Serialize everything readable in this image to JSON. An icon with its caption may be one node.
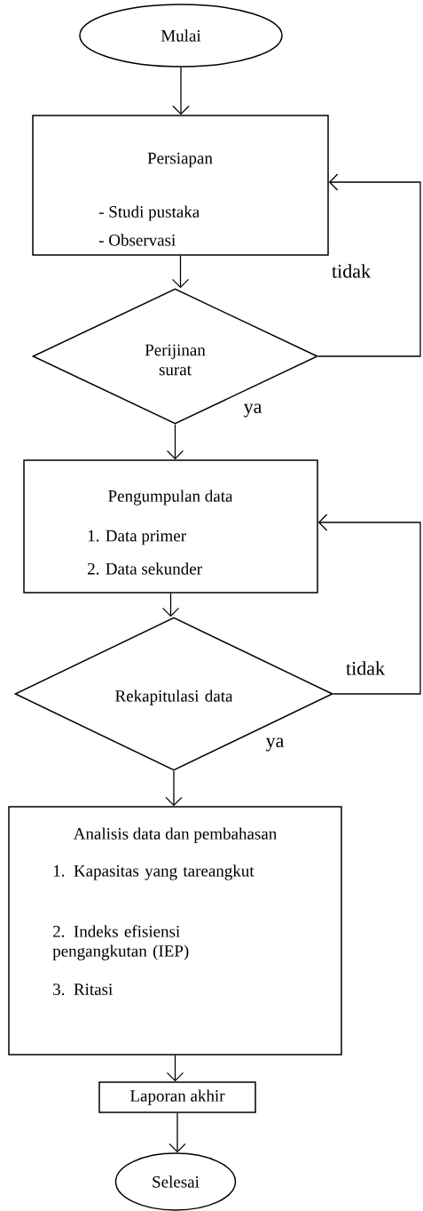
{
  "diagram": {
    "nodes": [
      {
        "text": [
          "Mulai"
        ]
      },
      {
        "text": [
          "Persiapan",
          "- Studi pustaka",
          "- Observasi"
        ]
      },
      {
        "text": [
          "Perijinan surat"
        ]
      },
      {
        "text": [
          "Pengumpulan data",
          "1. Data primer",
          "2. Data sekunder"
        ]
      },
      {
        "text": [
          "Rekapitulasi data"
        ]
      },
      {
        "text": [
          "Analisis data dan pembahasan",
          "1. Kapasitas yang tareangkut",
          "2. Indeks efisiensi pengangkutan (IEP)",
          "3. Ritasi"
        ]
      },
      {
        "text": [
          "Laporan akhir"
        ]
      },
      {
        "text": [
          "Selesai"
        ]
      }
    ],
    "edges": [
      {
        "from": 0,
        "to": 1,
        "arrow": "to"
      },
      {
        "from": 1,
        "to": 2,
        "arrow": "to"
      },
      {
        "from": 2,
        "to": 3,
        "arrow": "to",
        "label": "ya"
      },
      {
        "from": 2,
        "to": 1,
        "arrow": "to",
        "label": "tidak"
      },
      {
        "from": 3,
        "to": 4,
        "arrow": "to"
      },
      {
        "from": 4,
        "to": 5,
        "arrow": "to",
        "label": "ya"
      },
      {
        "from": 4,
        "to": 3,
        "arrow": "to",
        "label": "tidak"
      },
      {
        "from": 5,
        "to": 6,
        "arrow": "to"
      },
      {
        "from": 6,
        "to": 7,
        "arrow": "to"
      }
    ]
  }
}
